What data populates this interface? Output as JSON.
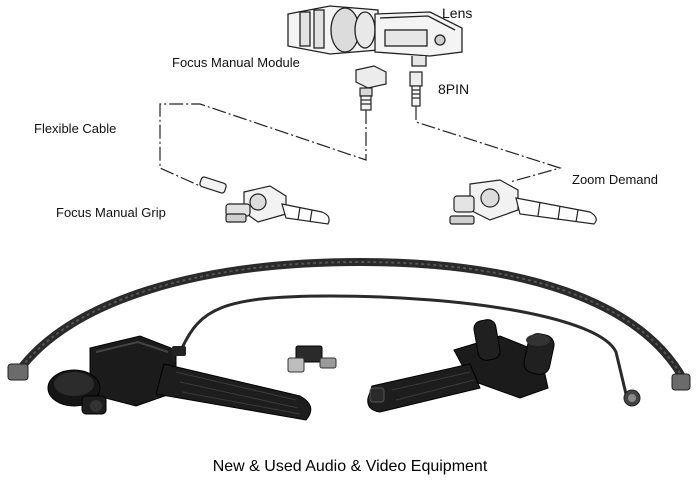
{
  "labels": {
    "lens": "Lens",
    "focus_manual_module": "Focus Manual Module",
    "eight_pin": "8PIN",
    "flexible_cable": "Flexible Cable",
    "zoom_demand": "Zoom Demand",
    "focus_manual_grip": "Focus Manual Grip"
  },
  "caption": "New & Used Audio & Video Equipment",
  "colors": {
    "line_art": "#222222",
    "product_black": "#1b1b1b",
    "cable": "#2a2a2a",
    "background": "#ffffff"
  }
}
